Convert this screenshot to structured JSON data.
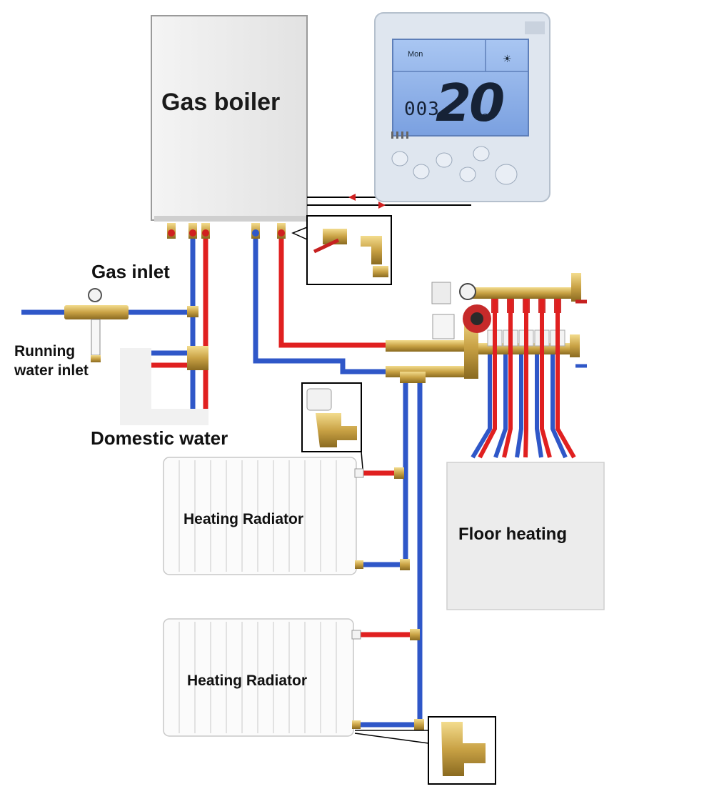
{
  "labels": {
    "boiler": "Gas boiler",
    "gas_inlet": "Gas inlet",
    "running_water": "Running water inlet",
    "domestic_water": "Domestic water",
    "radiator_1": "Heating Radiator",
    "radiator_2": "Heating Radiator",
    "floor_heating": "Floor heating"
  },
  "thermostat": {
    "day": "Mon",
    "time": "003",
    "temperature": "20",
    "unit": "°C"
  },
  "colors": {
    "hot_pipe": "#e02020",
    "cold_pipe": "#2f57c8",
    "brass": "#c9a245",
    "boiler_body": "#eeeeee",
    "lcd": "#8fb1e8"
  },
  "icons": {
    "sun": "sun-icon"
  }
}
